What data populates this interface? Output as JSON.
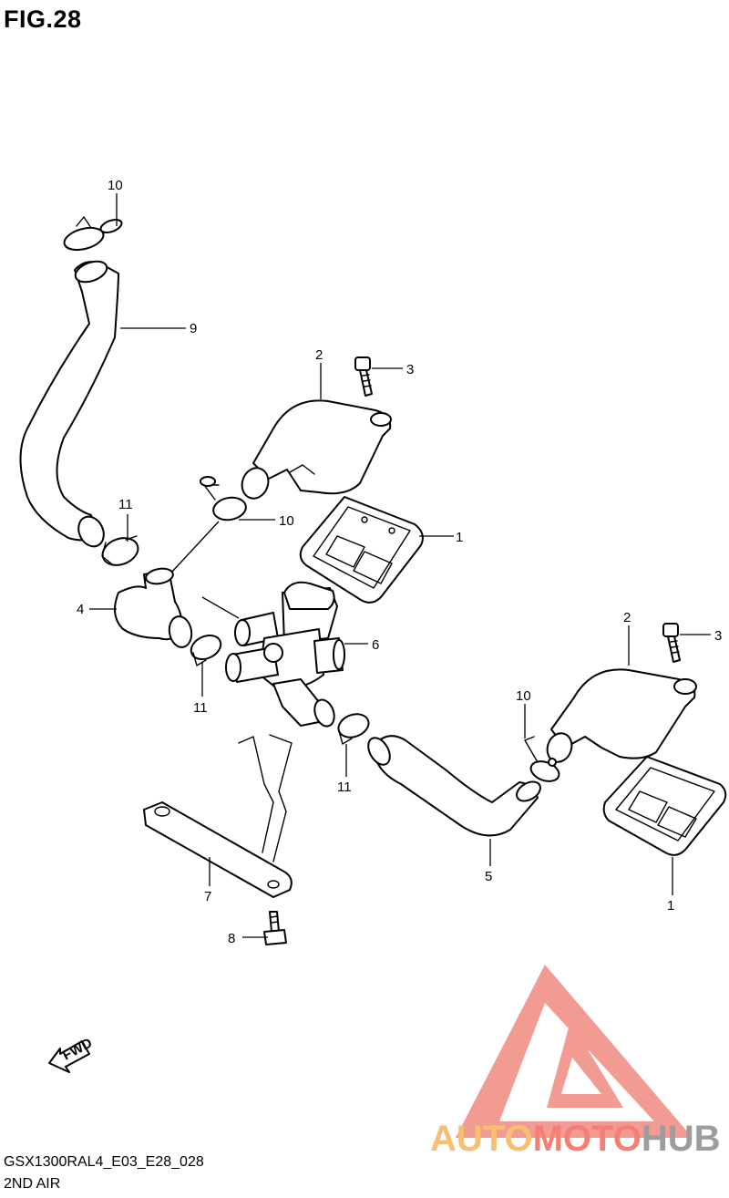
{
  "figure": {
    "title": "FIG.28"
  },
  "callouts": {
    "c1a": "1",
    "c1b": "1",
    "c2a": "2",
    "c2b": "2",
    "c3a": "3",
    "c3b": "3",
    "c4": "4",
    "c5": "5",
    "c6": "6",
    "c7": "7",
    "c8": "8",
    "c9": "9",
    "c10a": "10",
    "c10b": "10",
    "c10c": "10",
    "c11a": "11",
    "c11b": "11",
    "c11c": "11"
  },
  "fwd_label": "FWD",
  "footer": {
    "model_code": "GSX1300RAL4_E03_E28_028",
    "section_name": "2ND AIR"
  },
  "watermark": {
    "part1": "AUTO",
    "part2": "MOTO",
    "part3": "HUB",
    "color_auto": "#f6b55b",
    "color_moto": "#f26b5b",
    "color_hub": "#8c8c8c",
    "color_triangle": "#f08a80"
  }
}
